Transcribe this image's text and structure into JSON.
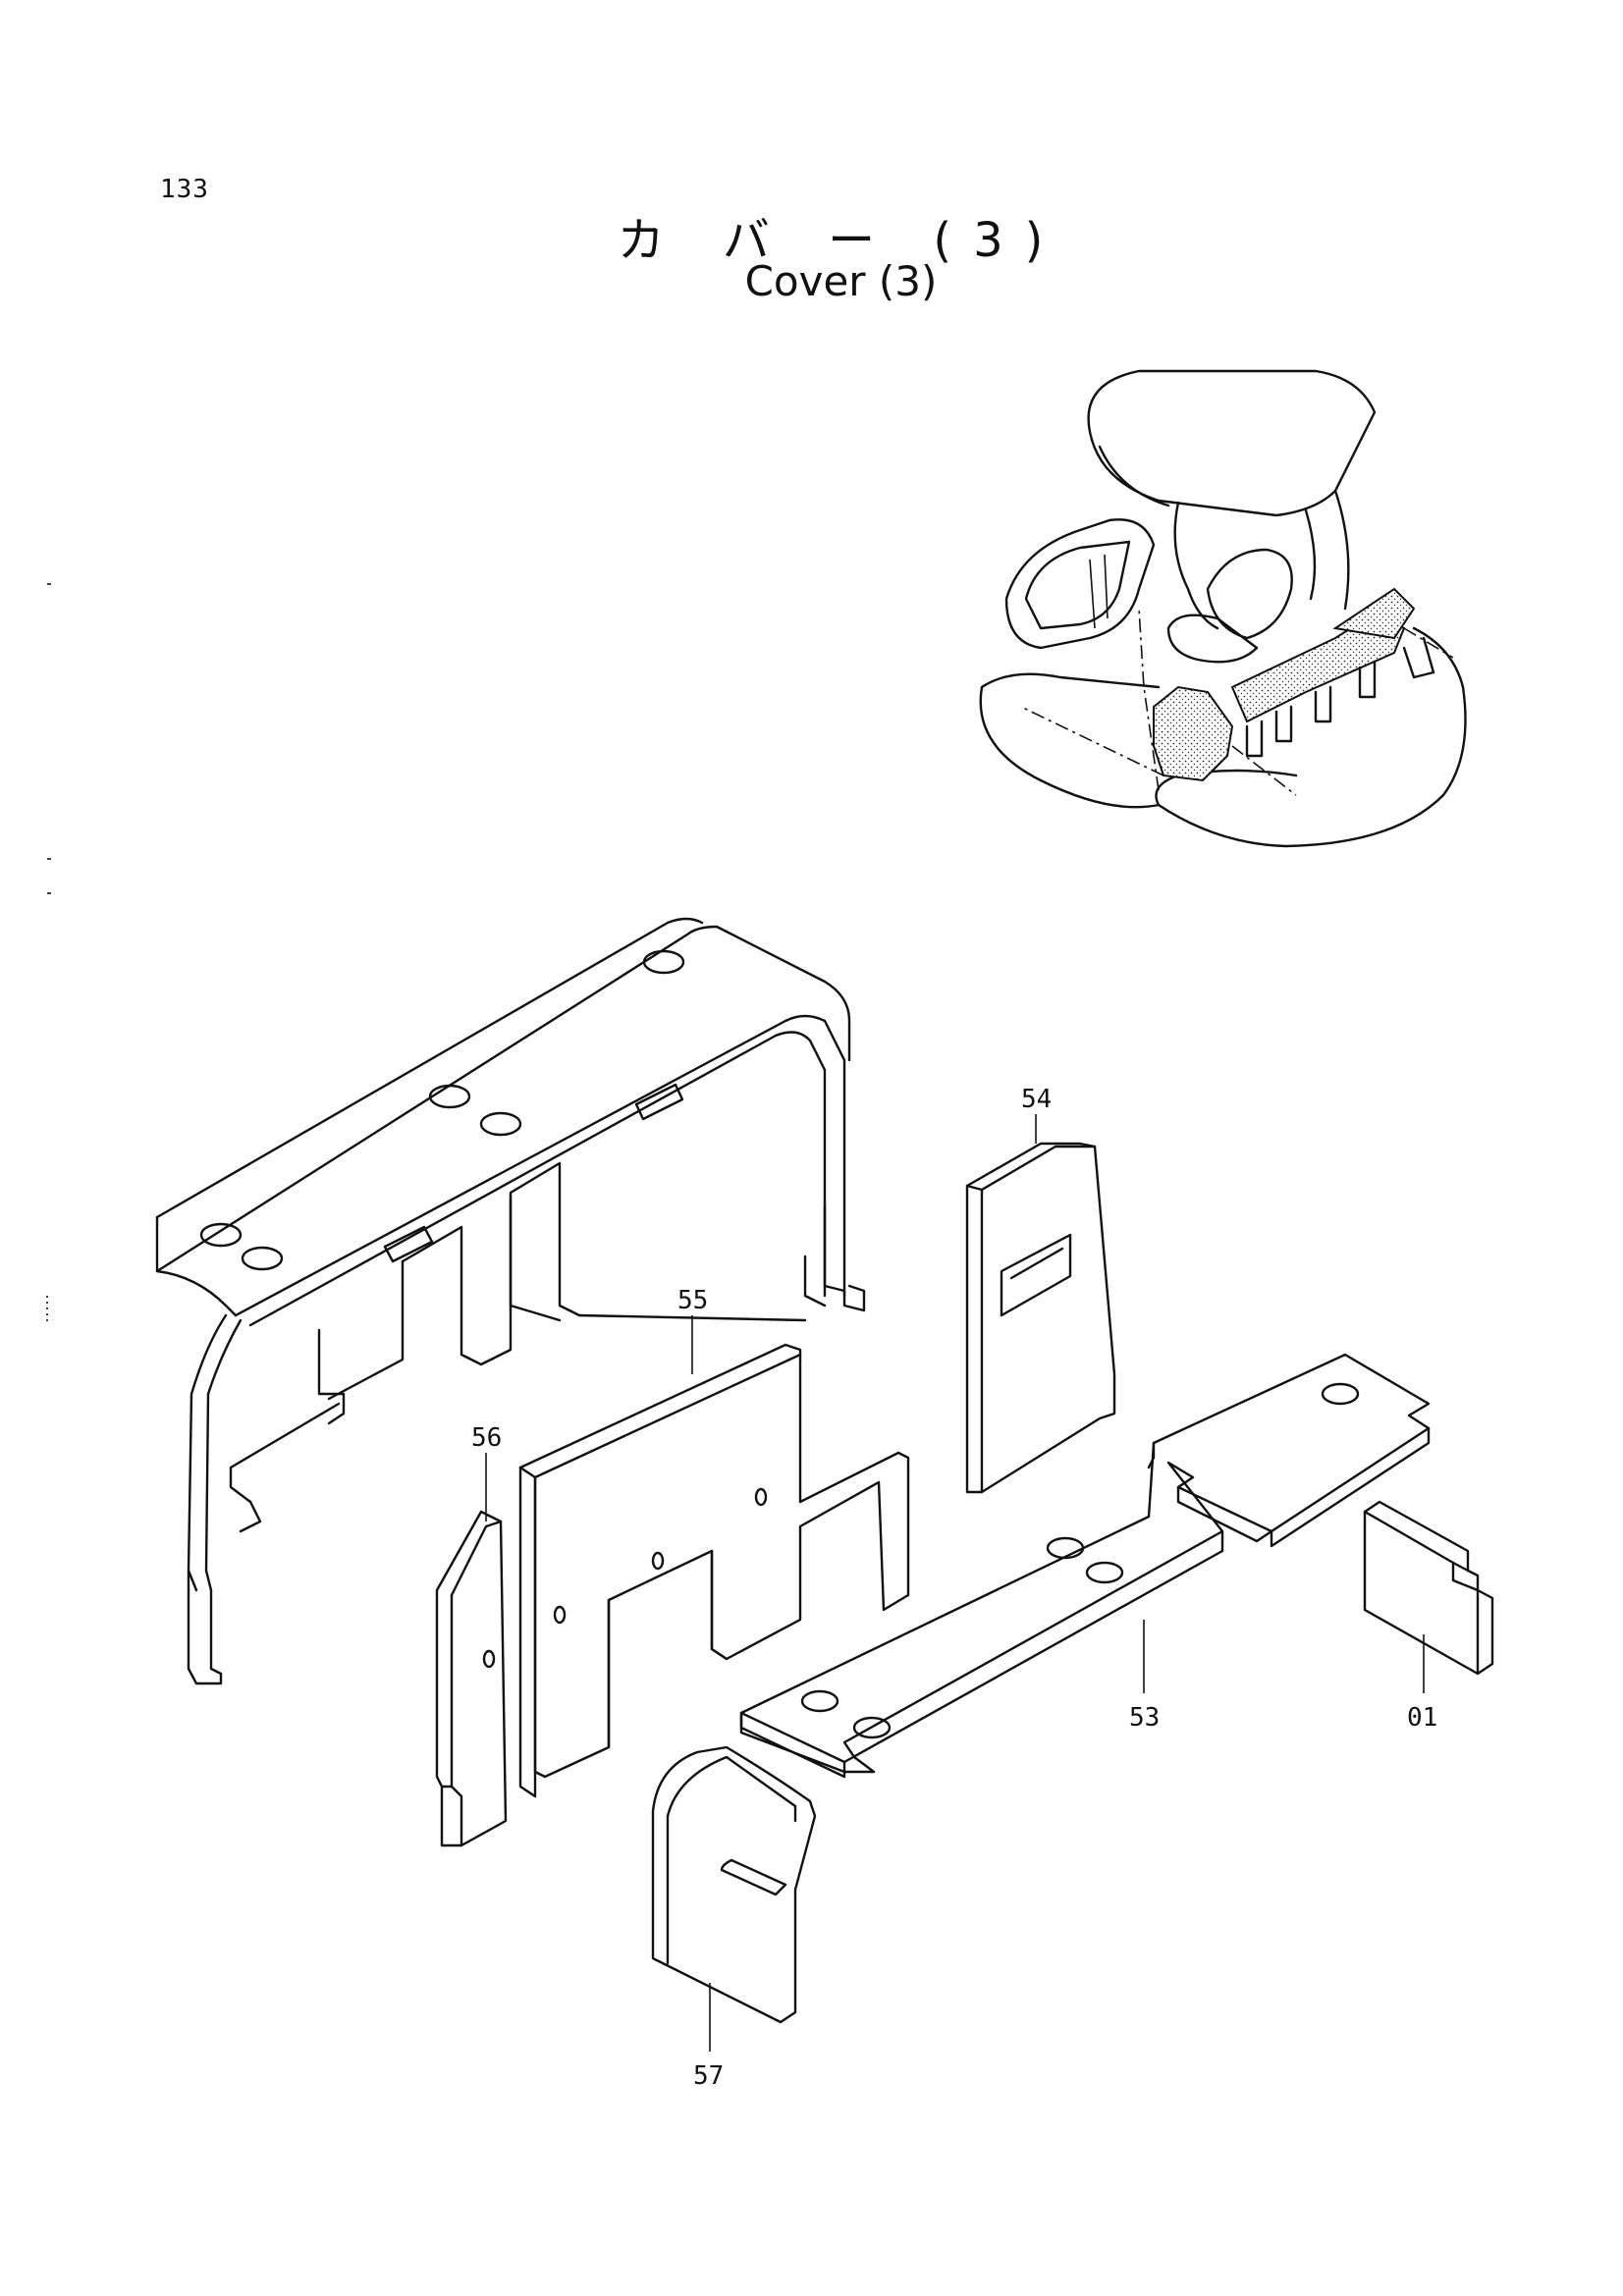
{
  "page": {
    "number": "133"
  },
  "title": {
    "japanese": "カ バ ー (3)",
    "english": "Cover  (3)"
  },
  "parts": [
    {
      "id": "54"
    },
    {
      "id": "55"
    },
    {
      "id": "56"
    },
    {
      "id": "53"
    },
    {
      "id": "01"
    },
    {
      "id": "57"
    }
  ]
}
